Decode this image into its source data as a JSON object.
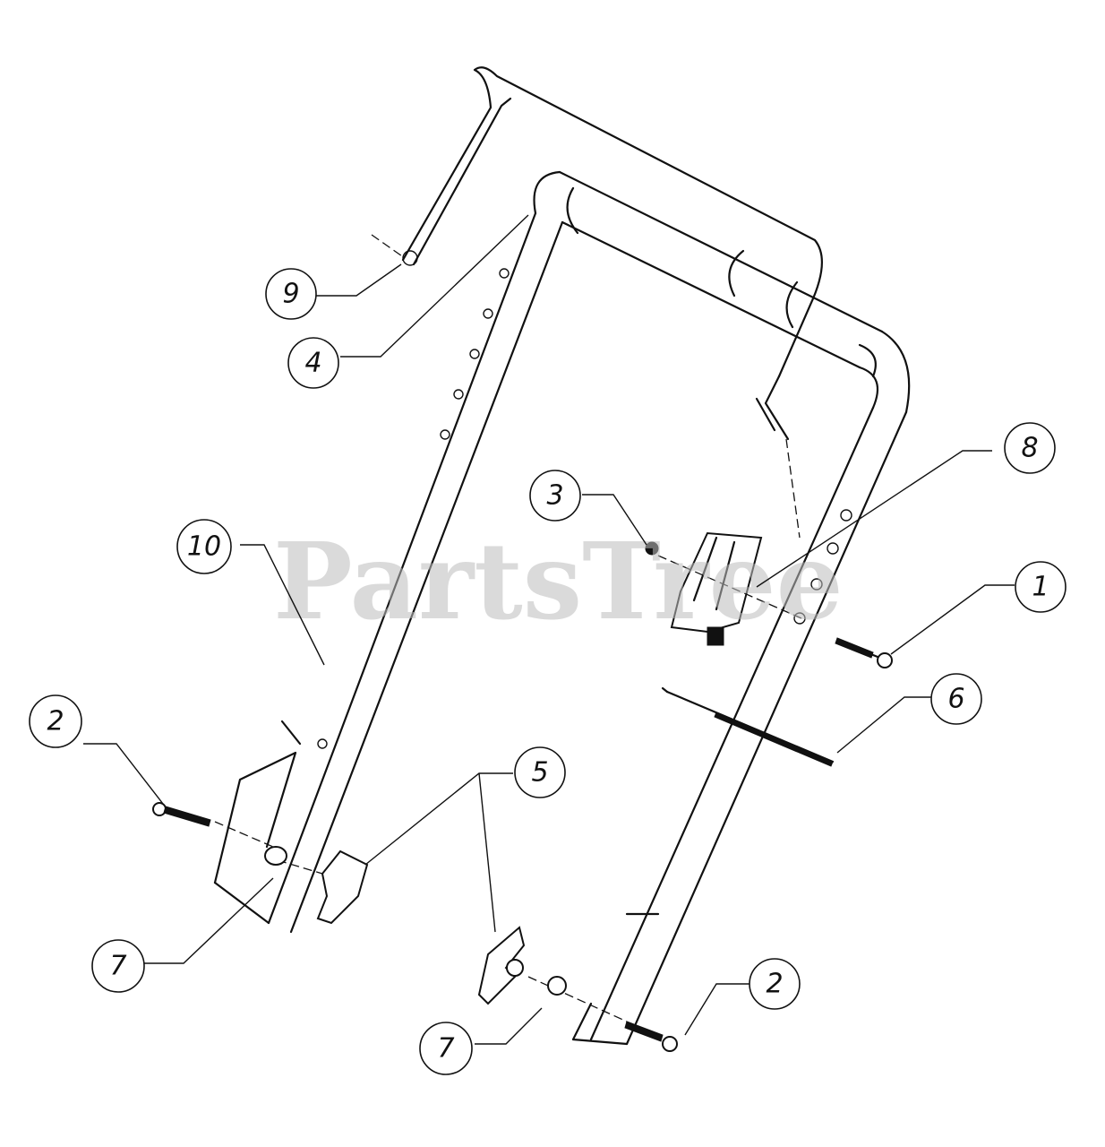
{
  "watermark": "PartsTree",
  "callouts": [
    {
      "id": "c1",
      "label": "1"
    },
    {
      "id": "c2a",
      "label": "2"
    },
    {
      "id": "c2b",
      "label": "2"
    },
    {
      "id": "c3",
      "label": "3"
    },
    {
      "id": "c4",
      "label": "4"
    },
    {
      "id": "c5",
      "label": "5"
    },
    {
      "id": "c6",
      "label": "6"
    },
    {
      "id": "c7a",
      "label": "7"
    },
    {
      "id": "c7b",
      "label": "7"
    },
    {
      "id": "c8",
      "label": "8"
    },
    {
      "id": "c9",
      "label": "9"
    },
    {
      "id": "c10",
      "label": "10"
    }
  ]
}
